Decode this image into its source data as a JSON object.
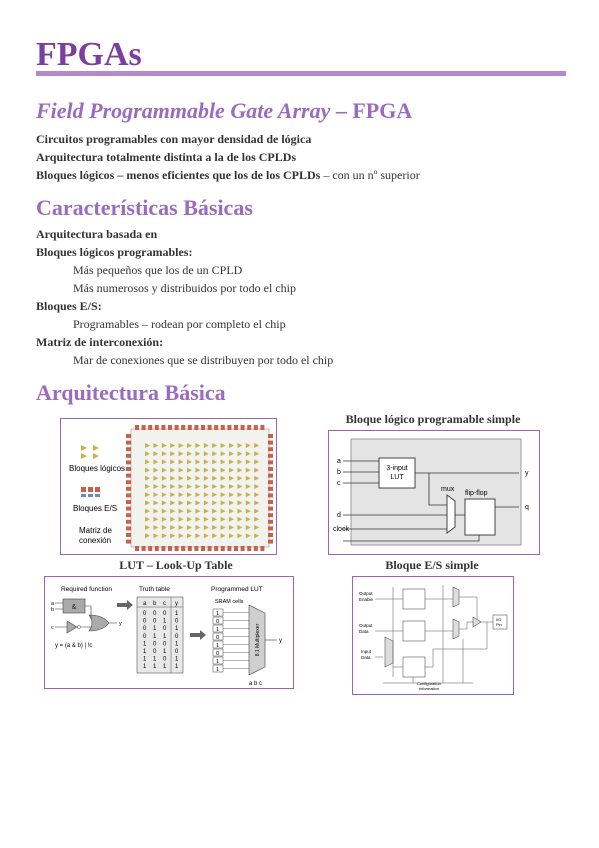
{
  "title": "FPGAs",
  "section1": {
    "heading_italic": "Field Programmable Gate Array",
    "heading_rest": " – FPGA",
    "lines": [
      "Circuitos programables con mayor densidad de lógica",
      "Arquitectura totalmente distinta a la de los CPLDs"
    ],
    "line3_bold": "Bloques lógicos – menos eficientes que los de los CPLDs",
    "line3_rest": " – con un nº superior"
  },
  "section2": {
    "heading": "Características Básicas",
    "items": [
      "Arquitectura basada en",
      "Bloques lógicos programables:",
      "Más pequeños que los de un CPLD",
      "Más numerosos y distribuidos por todo el chip",
      "Bloques E/S:",
      "Programables – rodean por completo el chip",
      "Matriz de interconexión:",
      "Mar de conexiones que se distribuyen por todo el chip"
    ]
  },
  "section3": {
    "heading": "Arquitectura Básica",
    "fig1": {
      "labels": [
        "Bloques lógicos",
        "Bloques E/S",
        "Matriz de",
        "conexión"
      ]
    },
    "fig2": {
      "caption": "Bloque lógico programable simple",
      "inputs": [
        "a",
        "b",
        "c",
        "d",
        "clock"
      ],
      "lut": [
        "3-input",
        "LUT"
      ],
      "mux": "mux",
      "ff": "flip-flop",
      "outputs": [
        "y",
        "q"
      ]
    },
    "fig3": {
      "caption": "LUT – Look-Up Table",
      "required": "Required function",
      "truth": "Truth table",
      "programmed": "Programmed LUT",
      "sram": "SRAM cells",
      "equation": "y = (a & b) | !c",
      "header": [
        "a",
        "b",
        "c",
        "y"
      ],
      "rows": [
        [
          "0",
          "0",
          "0",
          "1"
        ],
        [
          "0",
          "0",
          "1",
          "0"
        ],
        [
          "0",
          "1",
          "0",
          "1"
        ],
        [
          "0",
          "1",
          "1",
          "0"
        ],
        [
          "1",
          "0",
          "0",
          "1"
        ],
        [
          "1",
          "0",
          "1",
          "0"
        ],
        [
          "1",
          "1",
          "0",
          "1"
        ],
        [
          "1",
          "1",
          "1",
          "1"
        ]
      ],
      "mux_label": "8:1 Multiplexer",
      "abc": "a b c"
    },
    "fig4": {
      "caption": "Bloque E/S simple",
      "labels": [
        "Output",
        "Enable",
        "Output",
        "Data",
        "Input",
        "Data",
        "I/O",
        "Pin",
        "Configuration",
        "Information"
      ]
    }
  }
}
